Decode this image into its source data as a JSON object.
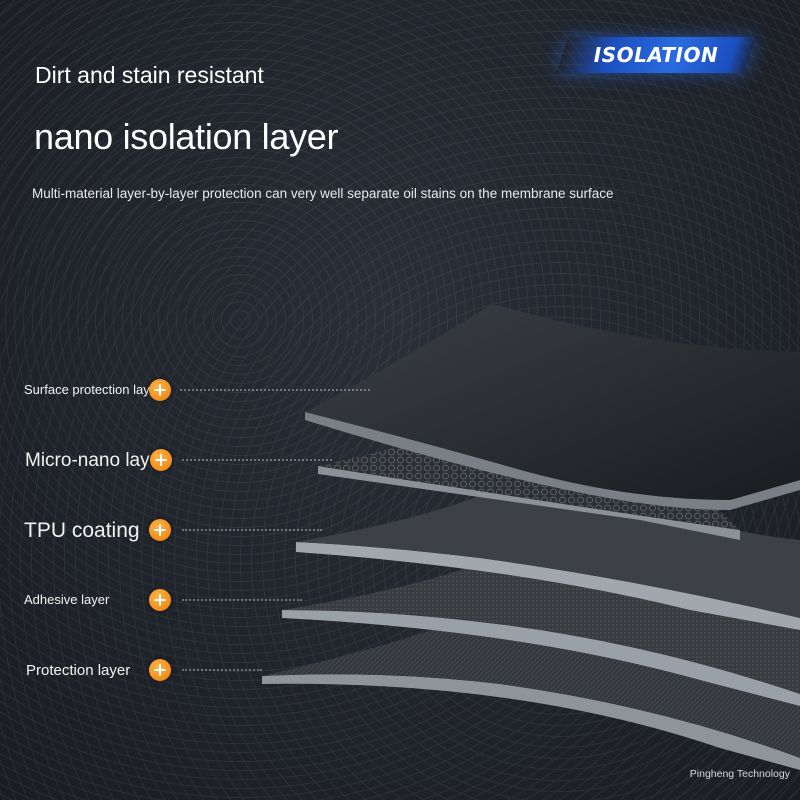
{
  "badge": {
    "label": "ISOLATION"
  },
  "header": {
    "subtitle": "Dirt and stain resistant",
    "title": "nano isolation layer",
    "description": "Multi-material layer-by-layer protection can very well separate oil stains on the membrane surface"
  },
  "layers": [
    {
      "label": "Surface protection layer"
    },
    {
      "label": "Micro-nano layer"
    },
    {
      "label": "TPU coating"
    },
    {
      "label": "Adhesive layer"
    },
    {
      "label": "Protection layer"
    }
  ],
  "brand": {
    "name": "Pingheng Technology"
  },
  "colors": {
    "accent": "#f28c1a",
    "badge": "#2a6be0",
    "background": "#20242b"
  }
}
